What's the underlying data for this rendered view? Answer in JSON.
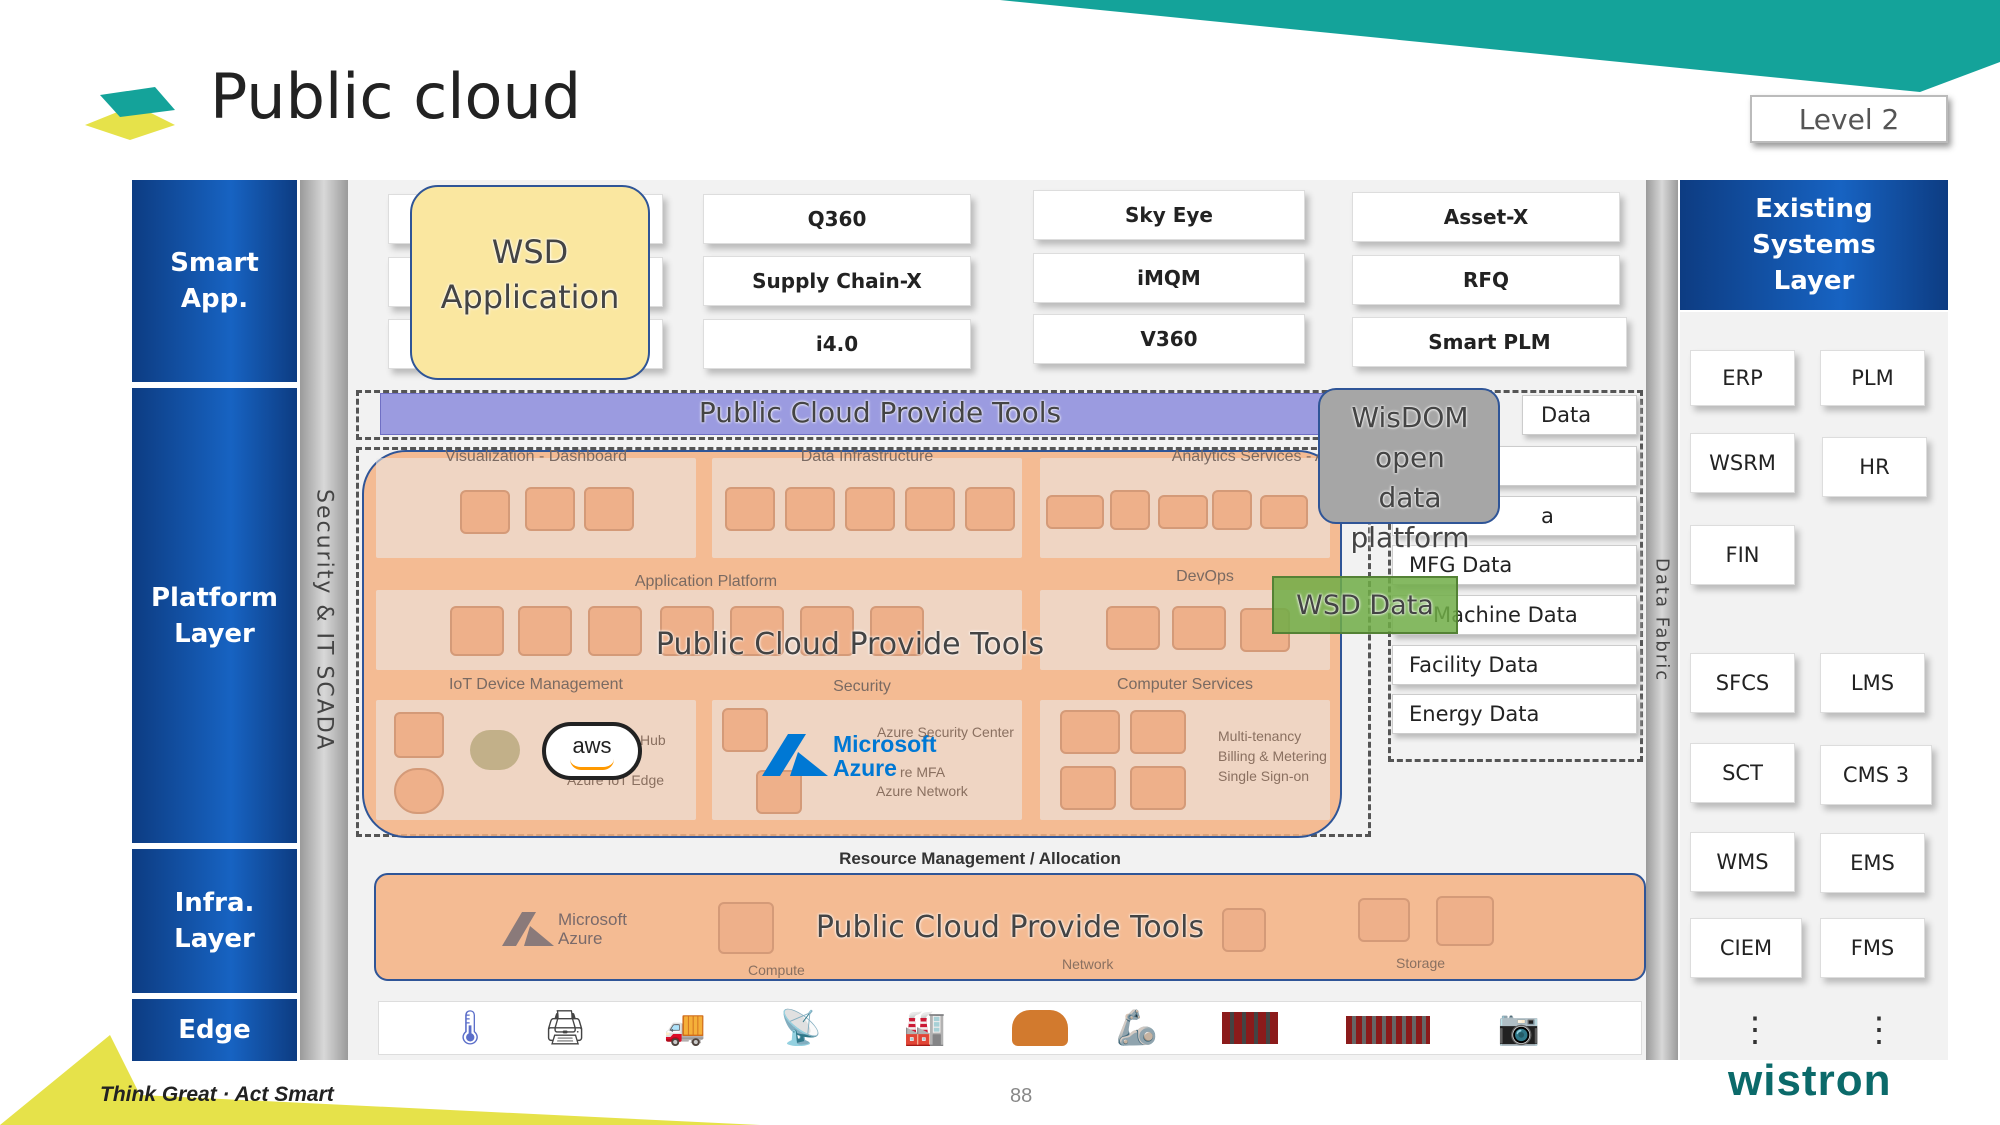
{
  "header": {
    "title": "Public cloud",
    "level": "Level 2"
  },
  "layers": {
    "smart_app": "Smart App.",
    "platform": "Platform Layer",
    "infra": "Infra. Layer",
    "edge": "Edge"
  },
  "side_labels": {
    "security": "Security & IT SCADA",
    "data_fabric": "Data Fabric"
  },
  "smart_apps": {
    "col1": [
      "Q360",
      "Supply Chain-X",
      "i4.0"
    ],
    "col2": [
      "Sky Eye",
      "iMQM",
      "V360"
    ],
    "col3": [
      "Asset-X",
      "RFQ",
      "Smart PLM"
    ]
  },
  "wsd_application": "WSD Application",
  "tools_bar": "Public Cloud Provide Tools",
  "wisdom": "WisDOM open data platform",
  "wsd_data": "WSD Data",
  "data_items": [
    "Data",
    "a",
    "MFG Data",
    "Machine Data",
    "Facility Data",
    "Energy Data"
  ],
  "platform": {
    "overlay": "Public Cloud Provide Tools",
    "panels": {
      "viz": "Visualization - Dashboard",
      "infra": "Data Infrastructure",
      "analytics": "Analytics Services - AI",
      "app": "Application Platform",
      "devops": "DevOps",
      "iot": "IoT Device Management",
      "security": "Security",
      "compute": "Computer Services"
    },
    "iot_sub": [
      "Hub",
      "Azure IoT Edge"
    ],
    "security_sub": [
      "Azure Security Center",
      "re MFA",
      "Azure Network"
    ],
    "compute_sub": [
      "Multi-tenancy",
      "Billing & Metering",
      "Single Sign-on"
    ],
    "aws": "aws",
    "ms_azure": [
      "Microsoft",
      "Azure"
    ]
  },
  "infra": {
    "resource": "Resource Management / Allocation",
    "overlay": "Public Cloud Provide Tools",
    "azure": [
      "Microsoft",
      "Azure"
    ],
    "labels": [
      "Compute",
      "Network",
      "Storage"
    ]
  },
  "existing": {
    "title": "Existing Systems Layer",
    "items": [
      "ERP",
      "PLM",
      "WSRM",
      "HR",
      "FIN",
      "SFCS",
      "LMS",
      "SCT",
      "CMS 3",
      "WMS",
      "EMS",
      "CIEM",
      "FMS"
    ],
    "dots": [
      "⋮",
      "⋮"
    ]
  },
  "footer": {
    "slogan": "Think Great · Act Smart",
    "page": "88",
    "brand": "wistron"
  },
  "colors": {
    "blue": "#1763c2",
    "orange": "#f4b183",
    "purple": "#9b9be0",
    "green": "#70ad47",
    "gray": "#a6a6a6",
    "teal": "#14a39a",
    "yellow": "#f9e79f"
  }
}
